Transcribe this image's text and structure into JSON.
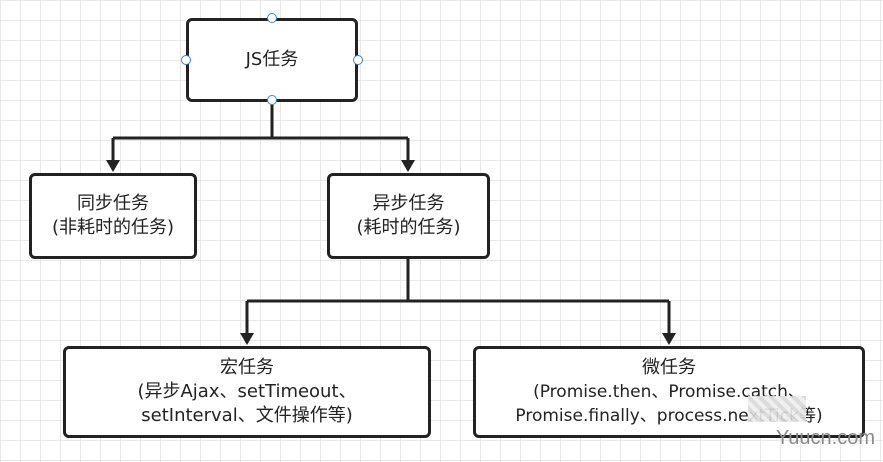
{
  "nodes": {
    "root": {
      "line1": "JS任务"
    },
    "sync": {
      "line1": "同步任务",
      "line2": "(非耗时的任务)"
    },
    "async": {
      "line1": "异步任务",
      "line2": "(耗时的任务)"
    },
    "macro": {
      "line1": "宏任务",
      "line2": "(异步Ajax、setTimeout、",
      "line3": "setInterval、文件操作等)"
    },
    "micro": {
      "line1": "微任务",
      "line2": "(Promise.then、Promise.catch、",
      "line3": "Promise.finally、process.nextTick等)"
    }
  },
  "watermark": "Yuucn.com",
  "colors": {
    "stroke": "#222222",
    "handle": "#3a83d6",
    "grid": "#e8e8e8"
  }
}
